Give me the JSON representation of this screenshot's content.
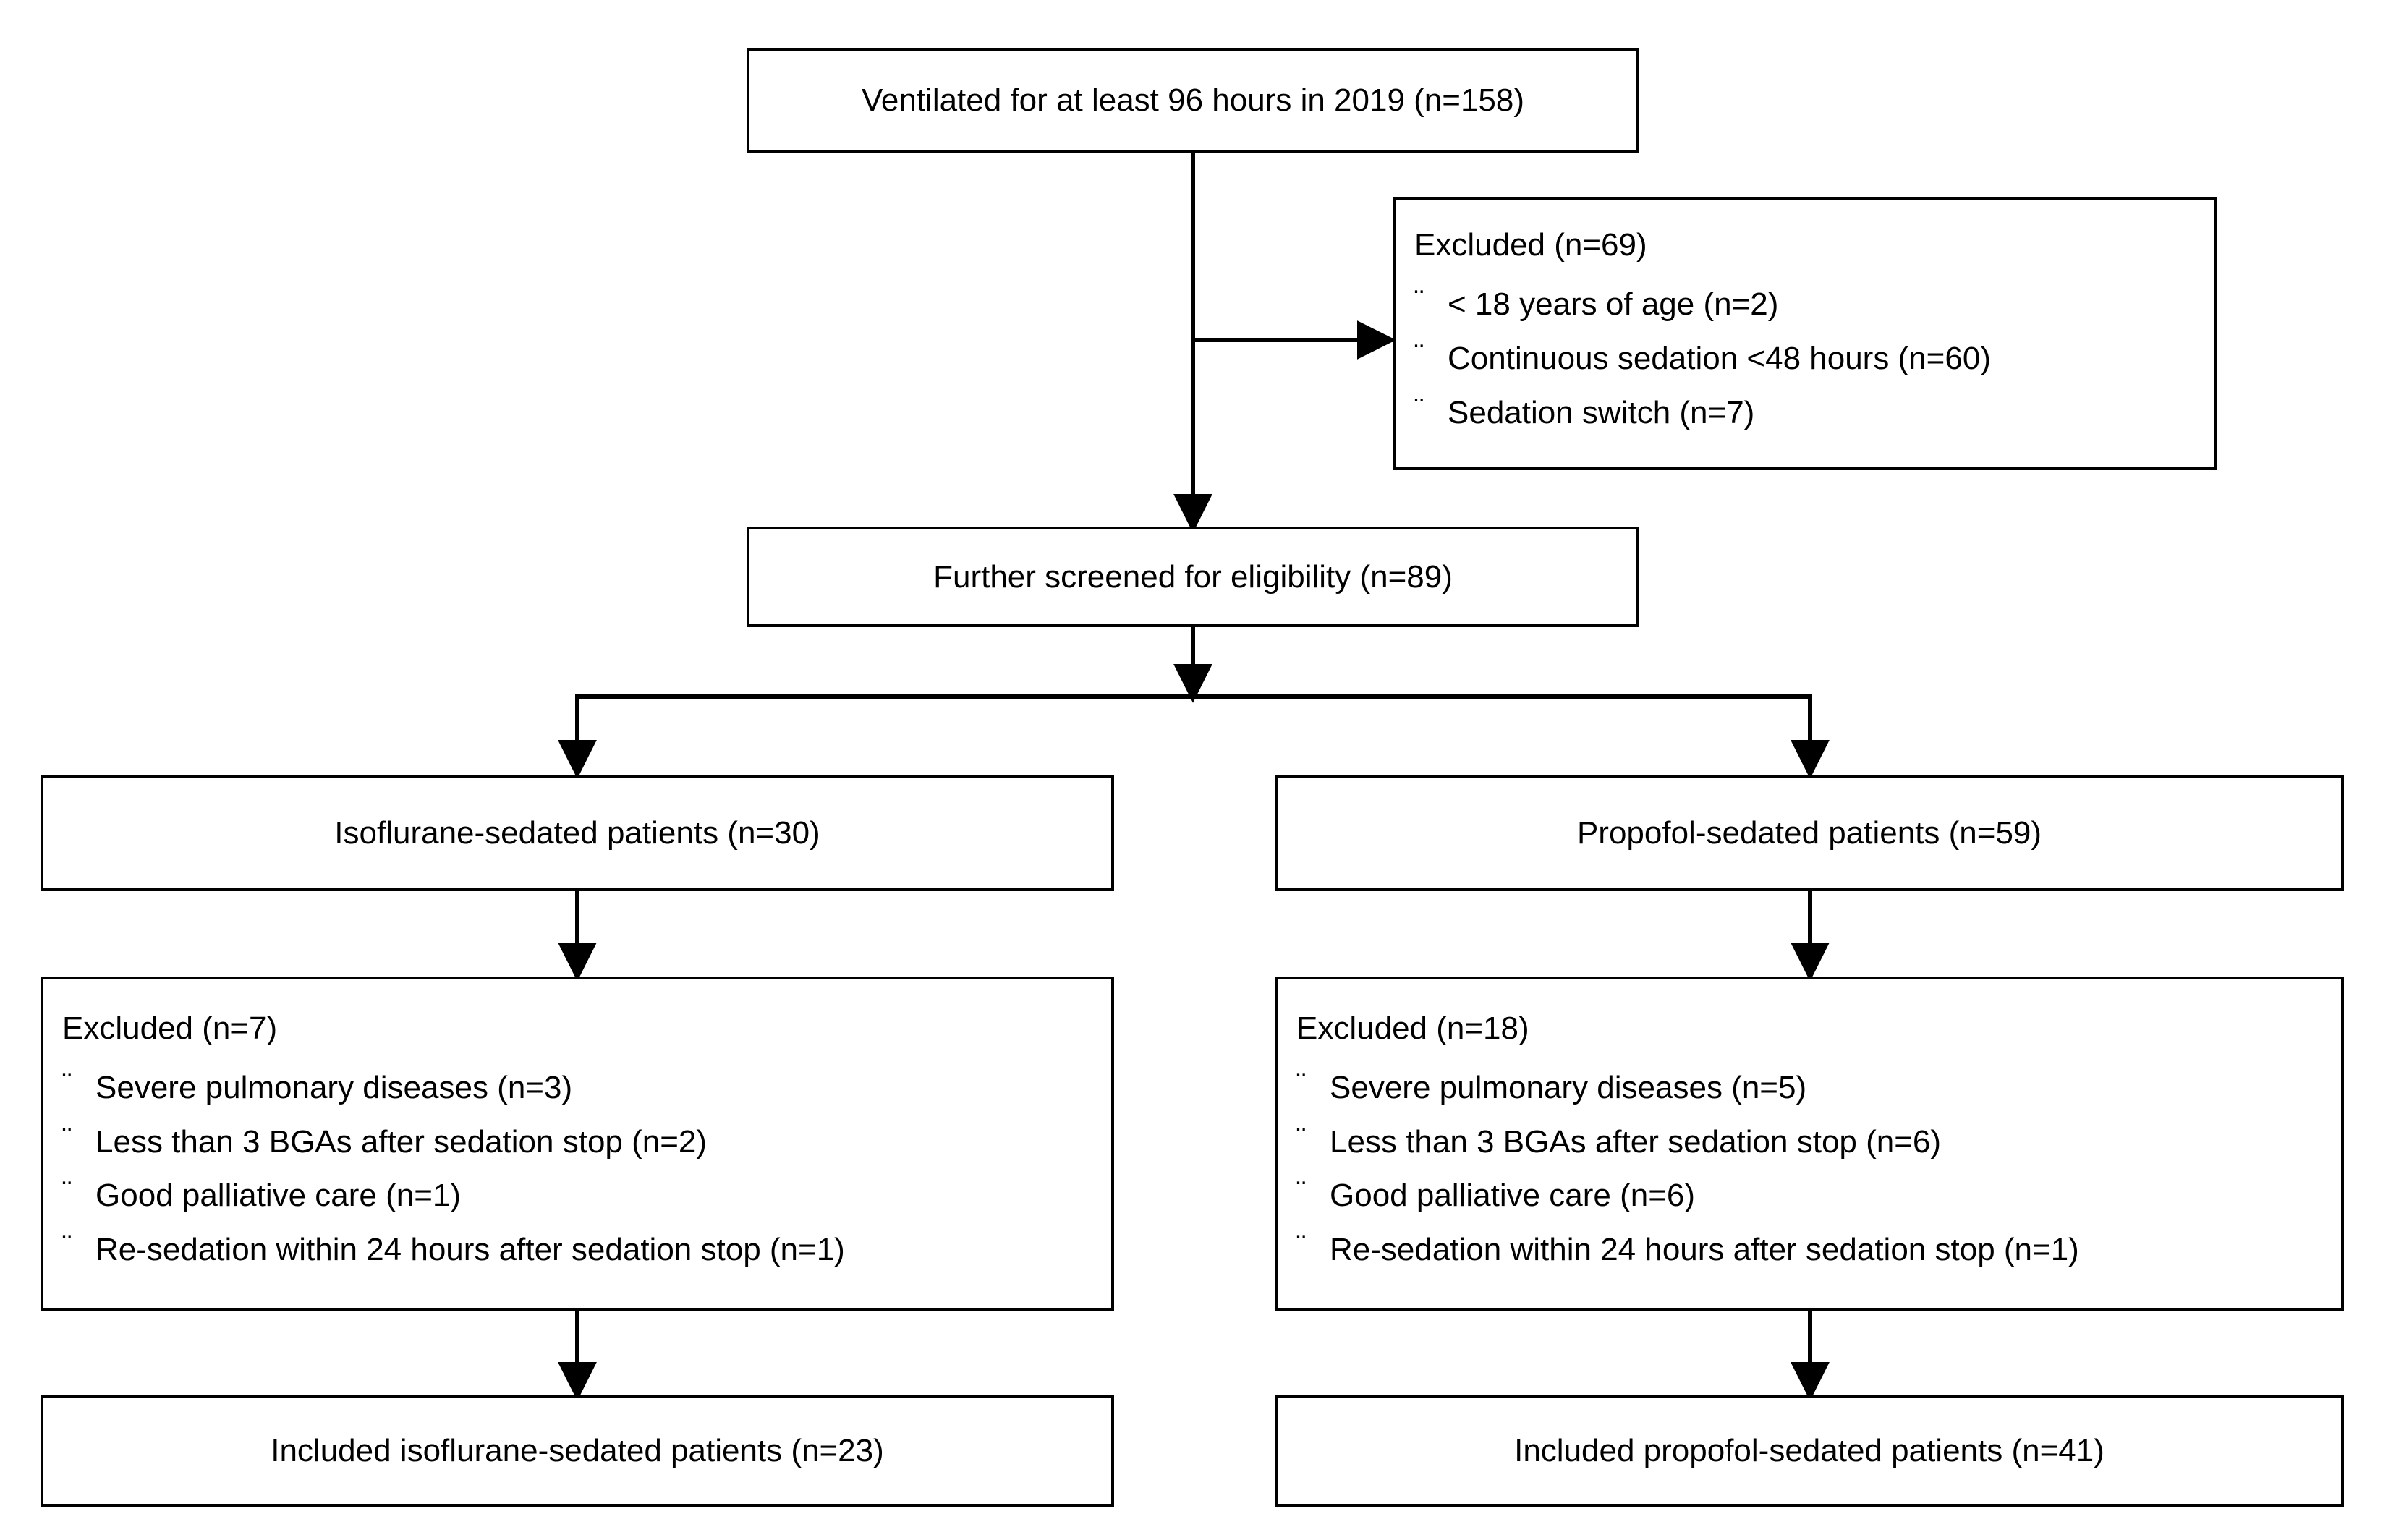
{
  "figure": {
    "type": "flowchart",
    "kind": "patient-selection-flow-diagram",
    "bullet_glyph": "¨",
    "colors": {
      "stroke": "#000000",
      "fill": "#ffffff",
      "text": "#000000"
    }
  },
  "nodes": {
    "screened_total": {
      "label": "Ventilated for at least 96 hours in 2019 (n=158)",
      "n": 158
    },
    "excluded_initial": {
      "header": "Excluded (n=69)",
      "n": 69,
      "items": [
        "< 18 years of age (n=2)",
        "Continuous sedation <48 hours (n=60)",
        "Sedation switch (n=7)"
      ]
    },
    "further_screened": {
      "label": "Further screened for eligibility (n=89)",
      "n": 89
    },
    "isoflurane_group": {
      "label": "Isoflurane-sedated patients (n=30)",
      "n": 30
    },
    "propofol_group": {
      "label": "Propofol-sedated patients (n=59)",
      "n": 59
    },
    "excluded_isoflurane": {
      "header": "Excluded (n=7)",
      "n": 7,
      "items": [
        "Severe pulmonary diseases (n=3)",
        "Less than 3 BGAs after sedation stop (n=2)",
        "Good palliative care (n=1)",
        "Re-sedation within 24 hours after sedation stop (n=1)"
      ]
    },
    "excluded_propofol": {
      "header": "Excluded (n=18)",
      "n": 18,
      "items": [
        "Severe pulmonary diseases (n=5)",
        "Less than 3 BGAs after sedation stop (n=6)",
        "Good palliative care (n=6)",
        "Re-sedation within 24 hours after sedation stop (n=1)"
      ]
    },
    "included_isoflurane": {
      "label": "Included isoflurane-sedated patients (n=23)",
      "n": 23
    },
    "included_propofol": {
      "label": "Included propofol-sedated patients (n=41)",
      "n": 41
    }
  }
}
